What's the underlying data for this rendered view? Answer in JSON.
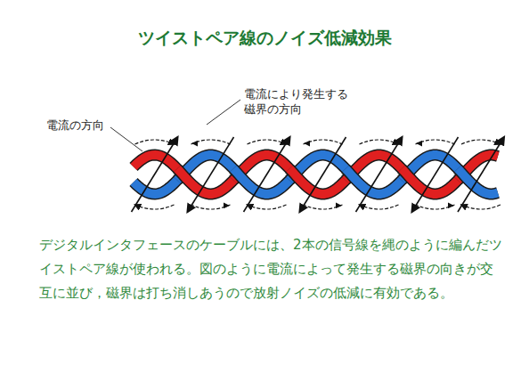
{
  "diagram": {
    "title": "ツイストペア線のノイズ低減効果",
    "caption": "デジタルインタフェースのケーブルには、2本の信号線を縄のように編んだツイストペア線が使われる。図のように電流によって発生する磁界の向きが交互に並び，磁界は打ち消しあうので放射ノイズの低減に有効である。",
    "labels": [
      "電流の方向",
      "電流により発生する 磁界の方向"
    ]
  }
}
